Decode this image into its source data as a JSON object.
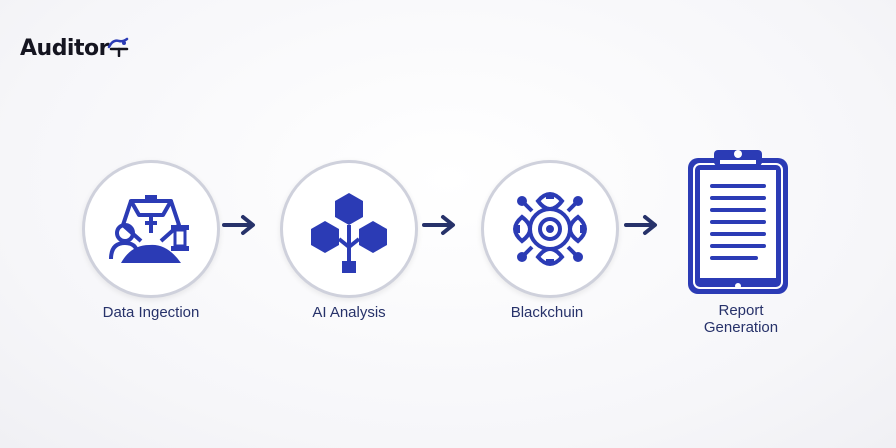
{
  "brand": {
    "name": "Auditor",
    "icon": "gavel-scales-icon"
  },
  "accent_color": "#2b3bb5",
  "ring_color": "#cfd1dc",
  "steps": [
    {
      "label": "Data Ingection",
      "icon": "data-ingestion-icon"
    },
    {
      "label": "AI Analysis",
      "icon": "ai-network-icon"
    },
    {
      "label": "Blackchuin",
      "icon": "blockchain-gear-icon"
    },
    {
      "label": "Report\nGeneration",
      "icon": "clipboard-report-icon"
    }
  ]
}
